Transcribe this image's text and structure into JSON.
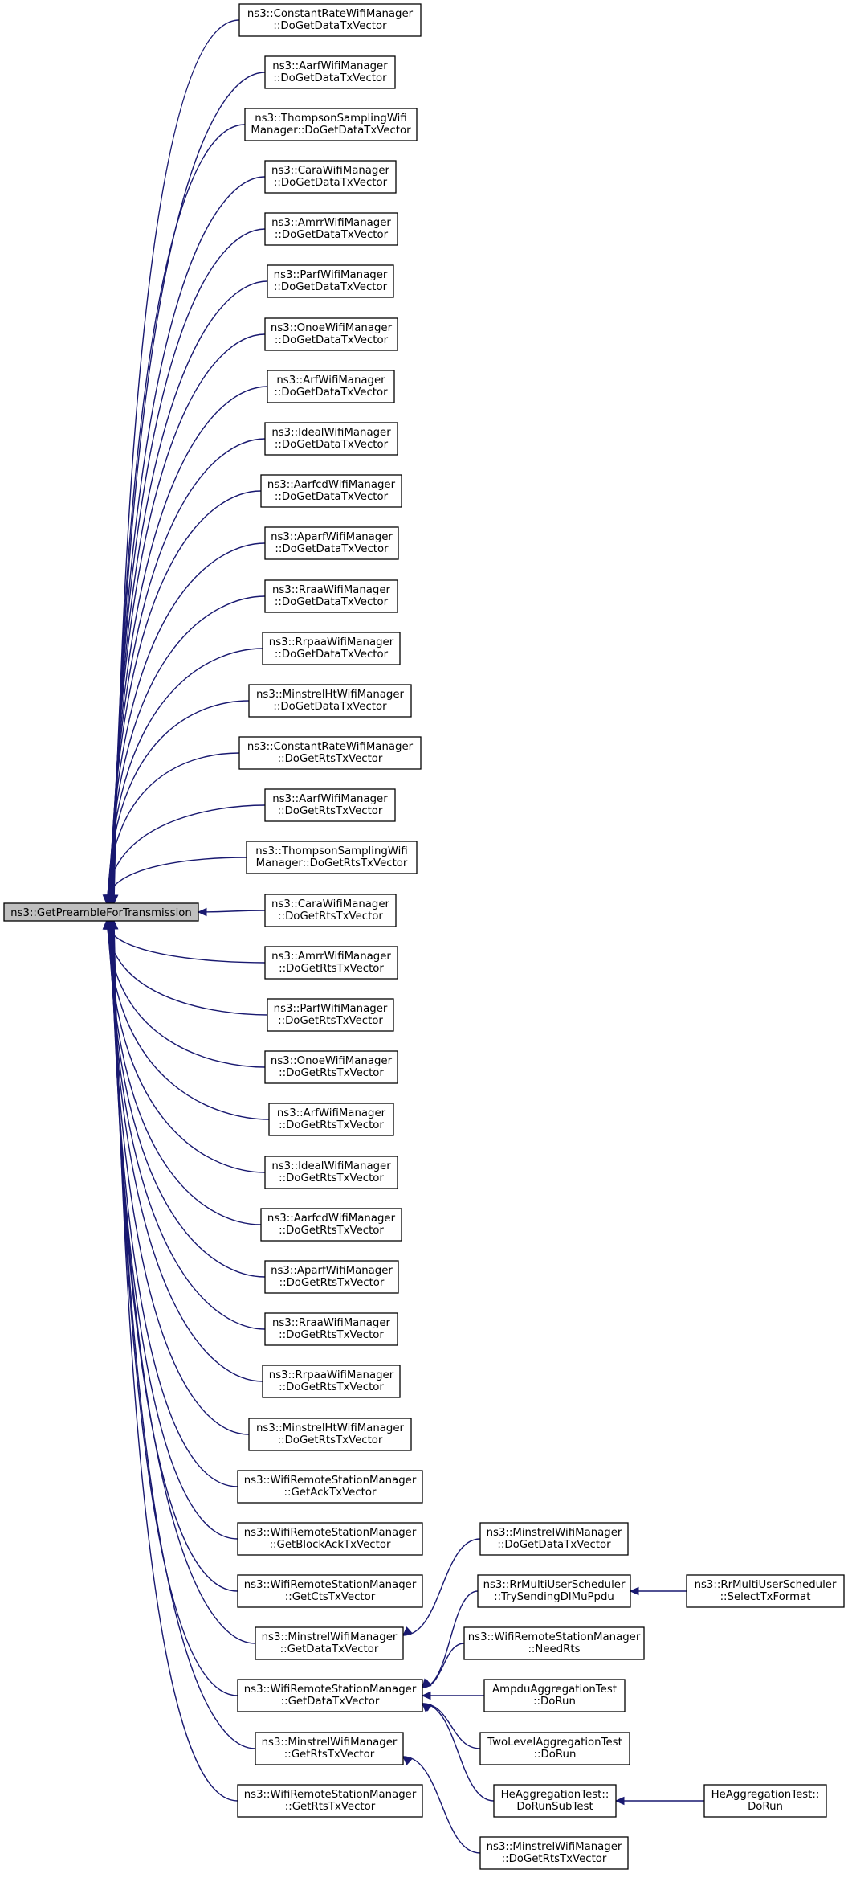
{
  "graph": {
    "root": {
      "id": "root",
      "lines": [
        "ns3::GetPreambleForTransmission"
      ]
    },
    "callers": [
      {
        "id": "c1",
        "lines": [
          "ns3::ConstantRateWifiManager",
          "::DoGetDataTxVector"
        ]
      },
      {
        "id": "c2",
        "lines": [
          "ns3::AarfWifiManager",
          "::DoGetDataTxVector"
        ]
      },
      {
        "id": "c3",
        "lines": [
          "ns3::ThompsonSamplingWifi",
          "Manager::DoGetDataTxVector"
        ]
      },
      {
        "id": "c4",
        "lines": [
          "ns3::CaraWifiManager",
          "::DoGetDataTxVector"
        ]
      },
      {
        "id": "c5",
        "lines": [
          "ns3::AmrrWifiManager",
          "::DoGetDataTxVector"
        ]
      },
      {
        "id": "c6",
        "lines": [
          "ns3::ParfWifiManager",
          "::DoGetDataTxVector"
        ]
      },
      {
        "id": "c7",
        "lines": [
          "ns3::OnoeWifiManager",
          "::DoGetDataTxVector"
        ]
      },
      {
        "id": "c8",
        "lines": [
          "ns3::ArfWifiManager",
          "::DoGetDataTxVector"
        ]
      },
      {
        "id": "c9",
        "lines": [
          "ns3::IdealWifiManager",
          "::DoGetDataTxVector"
        ]
      },
      {
        "id": "c10",
        "lines": [
          "ns3::AarfcdWifiManager",
          "::DoGetDataTxVector"
        ]
      },
      {
        "id": "c11",
        "lines": [
          "ns3::AparfWifiManager",
          "::DoGetDataTxVector"
        ]
      },
      {
        "id": "c12",
        "lines": [
          "ns3::RraaWifiManager",
          "::DoGetDataTxVector"
        ]
      },
      {
        "id": "c13",
        "lines": [
          "ns3::RrpaaWifiManager",
          "::DoGetDataTxVector"
        ]
      },
      {
        "id": "c14",
        "lines": [
          "ns3::MinstrelHtWifiManager",
          "::DoGetDataTxVector"
        ]
      },
      {
        "id": "c15",
        "lines": [
          "ns3::ConstantRateWifiManager",
          "::DoGetRtsTxVector"
        ]
      },
      {
        "id": "c16",
        "lines": [
          "ns3::AarfWifiManager",
          "::DoGetRtsTxVector"
        ]
      },
      {
        "id": "c17",
        "lines": [
          "ns3::ThompsonSamplingWifi",
          "Manager::DoGetRtsTxVector"
        ]
      },
      {
        "id": "c18",
        "lines": [
          "ns3::CaraWifiManager",
          "::DoGetRtsTxVector"
        ]
      },
      {
        "id": "c19",
        "lines": [
          "ns3::AmrrWifiManager",
          "::DoGetRtsTxVector"
        ]
      },
      {
        "id": "c20",
        "lines": [
          "ns3::ParfWifiManager",
          "::DoGetRtsTxVector"
        ]
      },
      {
        "id": "c21",
        "lines": [
          "ns3::OnoeWifiManager",
          "::DoGetRtsTxVector"
        ]
      },
      {
        "id": "c22",
        "lines": [
          "ns3::ArfWifiManager",
          "::DoGetRtsTxVector"
        ]
      },
      {
        "id": "c23",
        "lines": [
          "ns3::IdealWifiManager",
          "::DoGetRtsTxVector"
        ]
      },
      {
        "id": "c24",
        "lines": [
          "ns3::AarfcdWifiManager",
          "::DoGetRtsTxVector"
        ]
      },
      {
        "id": "c25",
        "lines": [
          "ns3::AparfWifiManager",
          "::DoGetRtsTxVector"
        ]
      },
      {
        "id": "c26",
        "lines": [
          "ns3::RraaWifiManager",
          "::DoGetRtsTxVector"
        ]
      },
      {
        "id": "c27",
        "lines": [
          "ns3::RrpaaWifiManager",
          "::DoGetRtsTxVector"
        ]
      },
      {
        "id": "c28",
        "lines": [
          "ns3::MinstrelHtWifiManager",
          "::DoGetRtsTxVector"
        ]
      },
      {
        "id": "c29",
        "lines": [
          "ns3::WifiRemoteStationManager",
          "::GetAckTxVector"
        ]
      },
      {
        "id": "c30",
        "lines": [
          "ns3::WifiRemoteStationManager",
          "::GetBlockAckTxVector"
        ]
      },
      {
        "id": "c31",
        "lines": [
          "ns3::WifiRemoteStationManager",
          "::GetCtsTxVector"
        ]
      },
      {
        "id": "c32",
        "lines": [
          "ns3::MinstrelWifiManager",
          "::GetDataTxVector"
        ]
      },
      {
        "id": "c33",
        "lines": [
          "ns3::WifiRemoteStationManager",
          "::GetDataTxVector"
        ]
      },
      {
        "id": "c34",
        "lines": [
          "ns3::MinstrelWifiManager",
          "::GetRtsTxVector"
        ]
      },
      {
        "id": "c35",
        "lines": [
          "ns3::WifiRemoteStationManager",
          "::GetRtsTxVector"
        ]
      },
      {
        "id": "d1",
        "lines": [
          "ns3::MinstrelWifiManager",
          "::DoGetDataTxVector"
        ]
      },
      {
        "id": "d2",
        "lines": [
          "ns3::RrMultiUserScheduler",
          "::TrySendingDlMuPpdu"
        ]
      },
      {
        "id": "d3",
        "lines": [
          "ns3::WifiRemoteStationManager",
          "::NeedRts"
        ]
      },
      {
        "id": "d4",
        "lines": [
          "AmpduAggregationTest",
          "::DoRun"
        ]
      },
      {
        "id": "d5",
        "lines": [
          "TwoLevelAggregationTest",
          "::DoRun"
        ]
      },
      {
        "id": "d6",
        "lines": [
          "HeAggregationTest::",
          "DoRunSubTest"
        ]
      },
      {
        "id": "d7",
        "lines": [
          "ns3::MinstrelWifiManager",
          "::DoGetRtsTxVector"
        ]
      },
      {
        "id": "e1",
        "lines": [
          "ns3::RrMultiUserScheduler",
          "::SelectTxFormat"
        ]
      },
      {
        "id": "e2",
        "lines": [
          "HeAggregationTest::",
          "DoRun"
        ]
      }
    ],
    "edges": [
      [
        "c1",
        "root"
      ],
      [
        "c2",
        "root"
      ],
      [
        "c3",
        "root"
      ],
      [
        "c4",
        "root"
      ],
      [
        "c5",
        "root"
      ],
      [
        "c6",
        "root"
      ],
      [
        "c7",
        "root"
      ],
      [
        "c8",
        "root"
      ],
      [
        "c9",
        "root"
      ],
      [
        "c10",
        "root"
      ],
      [
        "c11",
        "root"
      ],
      [
        "c12",
        "root"
      ],
      [
        "c13",
        "root"
      ],
      [
        "c14",
        "root"
      ],
      [
        "c15",
        "root"
      ],
      [
        "c16",
        "root"
      ],
      [
        "c17",
        "root"
      ],
      [
        "c18",
        "root"
      ],
      [
        "c19",
        "root"
      ],
      [
        "c20",
        "root"
      ],
      [
        "c21",
        "root"
      ],
      [
        "c22",
        "root"
      ],
      [
        "c23",
        "root"
      ],
      [
        "c24",
        "root"
      ],
      [
        "c25",
        "root"
      ],
      [
        "c26",
        "root"
      ],
      [
        "c27",
        "root"
      ],
      [
        "c28",
        "root"
      ],
      [
        "c29",
        "root"
      ],
      [
        "c30",
        "root"
      ],
      [
        "c31",
        "root"
      ],
      [
        "c32",
        "root"
      ],
      [
        "c33",
        "root"
      ],
      [
        "c34",
        "root"
      ],
      [
        "c35",
        "root"
      ],
      [
        "d1",
        "c32"
      ],
      [
        "d2",
        "c33"
      ],
      [
        "d3",
        "c33"
      ],
      [
        "d4",
        "c33"
      ],
      [
        "d5",
        "c33"
      ],
      [
        "d6",
        "c33"
      ],
      [
        "d7",
        "c34"
      ],
      [
        "e1",
        "d2"
      ],
      [
        "e2",
        "d6"
      ]
    ]
  }
}
